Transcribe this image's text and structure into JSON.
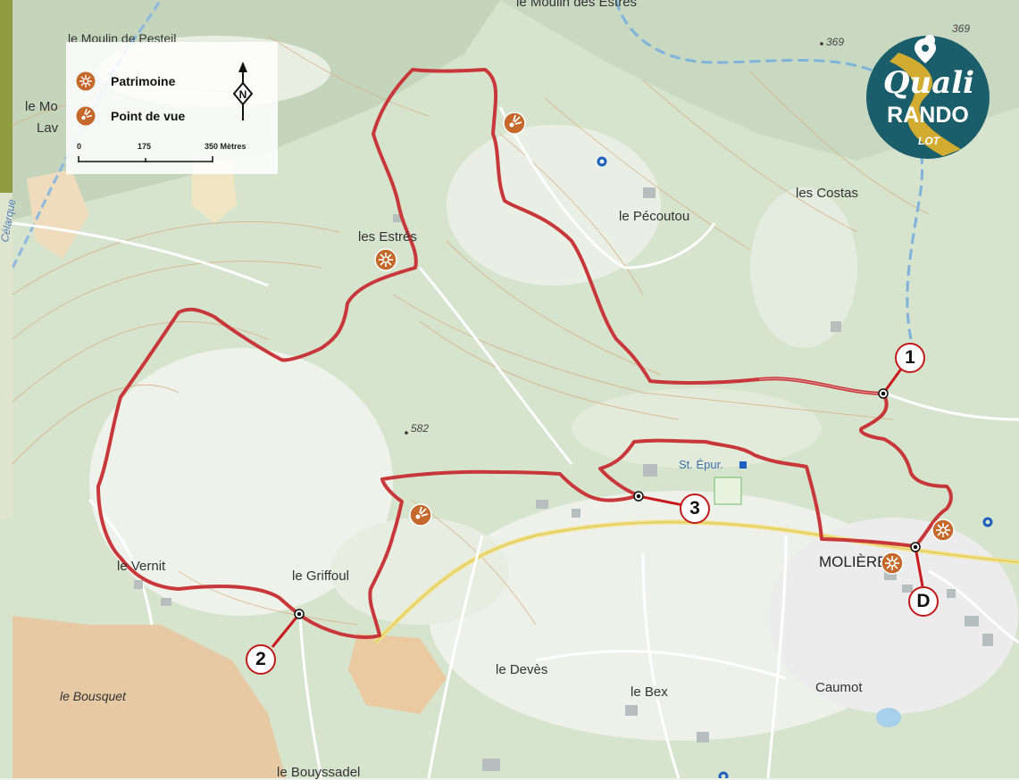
{
  "legend": {
    "items": [
      {
        "label": "Patrimoine",
        "icon": "heritage-icon"
      },
      {
        "label": "Point de vue",
        "icon": "viewpoint-icon"
      }
    ],
    "north_symbol": "N",
    "scale": {
      "ticks": [
        "0",
        "175",
        "350 Mètres"
      ]
    }
  },
  "logo": {
    "line1": "Quali",
    "line2": "RANDO",
    "line3": "LOT"
  },
  "places": {
    "moulin_estres": "le Moulin des Estres",
    "moulin_pesteil": "le Moulin de Pesteil",
    "le_mo": "le Mo",
    "lav": "Lav",
    "estres": "les Estrés",
    "pecoutou": "le Pécoutou",
    "costas": "les Costas",
    "vernit": "le Vernit",
    "griffoul": "le Griffoul",
    "moliere": "MOLIÈRES",
    "deves": "le Devès",
    "bex": "le Bex",
    "caumot": "Caumot",
    "bousquet": "le Bousquet",
    "bouyssadel": "le Bouyssadel",
    "stepur": "St. Épur.",
    "stream": "Célarque"
  },
  "elevations": {
    "e369a": "369",
    "e369b": "369",
    "e582": "582"
  },
  "markers": {
    "m1": "1",
    "m2": "2",
    "m3": "3",
    "mD": "D"
  },
  "colors": {
    "route": "#c8383b",
    "poi": "#c4692b",
    "logo": "#1a5d6b",
    "logo_accent": "#e6b52a",
    "water": "#5b95c9",
    "forest": "#d3e2c9",
    "road_major": "#f2e189"
  }
}
